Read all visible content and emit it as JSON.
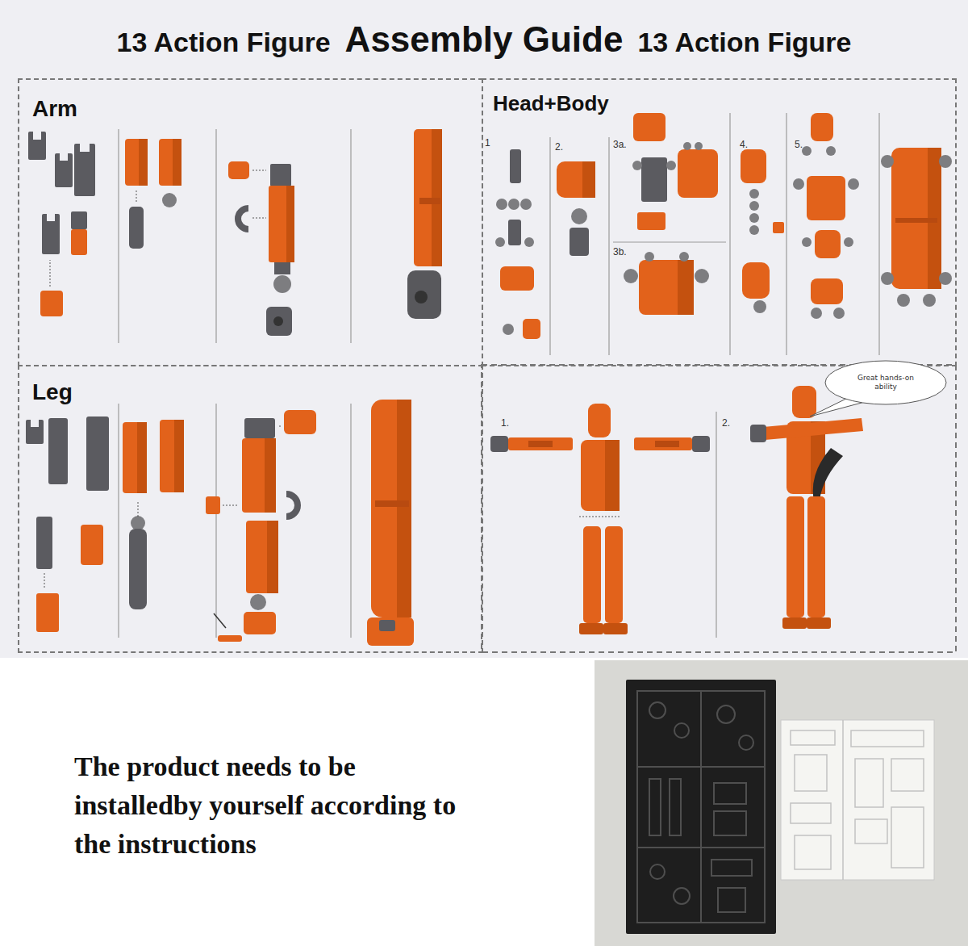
{
  "diagram": {
    "title": "Assembly Guide",
    "caption": "The product needs to be installedby yourself according to the instructions",
    "nodes": [
      {
        "text": [
          "Arm"
        ]
      },
      {
        "text": [
          "Head+Body"
        ]
      },
      {
        "text": [
          "Leg"
        ]
      },
      {
        "text": [
          "Great hands-on ability"
        ]
      }
    ],
    "labels": [
      "13 Action Figure",
      "13 Action Figure",
      "1",
      "2.",
      "3a.",
      "3b.",
      "4.",
      "5.",
      "1.",
      "2."
    ]
  }
}
